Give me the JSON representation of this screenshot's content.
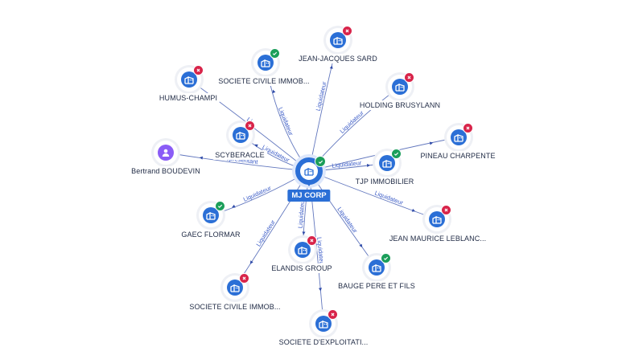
{
  "center": {
    "label": "MJ CORP",
    "status": "ok",
    "icon": "company-icon"
  },
  "nodes": [
    {
      "id": "jjs",
      "label": "JEAN-JACQUES SARD",
      "status": "ko",
      "icon": "company-icon"
    },
    {
      "id": "sci1",
      "label": "SOCIETE CIVILE IMMOB...",
      "status": "ok",
      "icon": "company-icon"
    },
    {
      "id": "humus",
      "label": "HUMUS-CHAMPI",
      "status": "ko",
      "icon": "company-icon"
    },
    {
      "id": "holding",
      "label": "HOLDING BRUSYLANN",
      "status": "ko",
      "icon": "company-icon"
    },
    {
      "id": "pineau",
      "label": "PINEAU CHARPENTE",
      "status": "ko",
      "icon": "company-icon"
    },
    {
      "id": "scyb",
      "label": "SCYBERACLE",
      "status": "ko",
      "icon": "company-icon"
    },
    {
      "id": "bertrand",
      "label": "Bertrand BOUDEVIN",
      "status": "none",
      "icon": "person-icon"
    },
    {
      "id": "tjp",
      "label": "TJP IMMOBILIER",
      "status": "ok",
      "icon": "company-icon"
    },
    {
      "id": "gaec",
      "label": "GAEC FLORMAR",
      "status": "ok",
      "icon": "company-icon"
    },
    {
      "id": "jml",
      "label": "JEAN MAURICE LEBLANC...",
      "status": "ko",
      "icon": "company-icon"
    },
    {
      "id": "elandis",
      "label": "ELANDIS GROUP",
      "status": "ko",
      "icon": "company-icon"
    },
    {
      "id": "bauge",
      "label": "BAUGE PERE ET FILS",
      "status": "ok",
      "icon": "company-icon"
    },
    {
      "id": "sci2",
      "label": "SOCIETE CIVILE IMMOB...",
      "status": "ko",
      "icon": "company-icon"
    },
    {
      "id": "sde",
      "label": "SOCIETE D'EXPLOITATI...",
      "status": "ko",
      "icon": "company-icon"
    }
  ],
  "edges": [
    {
      "to": "jjs",
      "label": "Liquidateur"
    },
    {
      "to": "sci1",
      "label": "Liquidateur"
    },
    {
      "to": "humus",
      "label": "Li"
    },
    {
      "to": "holding",
      "label": "Liquidateur"
    },
    {
      "to": "pineau",
      "label": ""
    },
    {
      "to": "scyb",
      "label": "Liquidateur"
    },
    {
      "to": "bertrand",
      "label": "Représentant"
    },
    {
      "to": "tjp",
      "label": "Liquidateur"
    },
    {
      "to": "gaec",
      "label": "Liquidateur"
    },
    {
      "to": "jml",
      "label": "Liquidateur"
    },
    {
      "to": "elandis",
      "label": "Liquidateur"
    },
    {
      "to": "bauge",
      "label": "Liquidateur"
    },
    {
      "to": "sci2",
      "label": "Liquidateur"
    },
    {
      "to": "sde",
      "label": "Liquidateur"
    }
  ],
  "colors": {
    "company": "#2b6fd6",
    "person": "#8a5cf6",
    "ok": "#1b9e5a",
    "ko": "#d8244a",
    "edge": "#2e4aa8"
  }
}
